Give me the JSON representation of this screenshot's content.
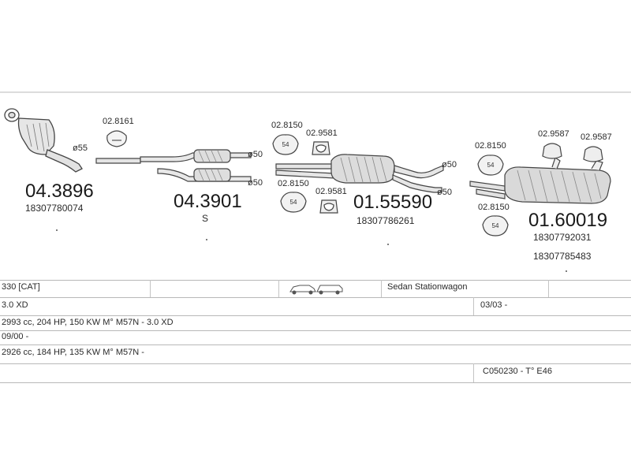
{
  "parts": {
    "p1": {
      "number": "04.3896",
      "code": "18307780074",
      "pipe": "ø55"
    },
    "p2": {
      "number": "04.3901",
      "suffix": "S",
      "clamp": "02.8161",
      "pipe_top": "ø50",
      "pipe_bottom": "ø50"
    },
    "p3": {
      "number": "01.55590",
      "code": "18307786261",
      "clamp_a": "02.8150",
      "clamp_b": "02.9581",
      "clamp_c": "02.8150",
      "clamp_d": "02.9581",
      "pipe_top": "ø50",
      "pipe_bottom": "ø50"
    },
    "p4": {
      "number": "01.60019",
      "code_1": "18307792031",
      "code_2": "18307785483",
      "clamp_a": "02.8150",
      "clamp_b": "02.9587",
      "clamp_c": "02.9587",
      "clamp_d": "02.8150"
    },
    "clamp_label": "54"
  },
  "table": {
    "r1_model": "330  [CAT]",
    "r1_body": "Sedan  Stationwagon",
    "r2_variant": "3.0 XD",
    "r2_date": "03/03 -",
    "r3_engine": "2993 cc, 204 HP, 150 KW M° M57N - 3.0 XD",
    "r4_date": "09/00 -",
    "r5_engine": "2926 cc, 184 HP, 135 KW M° M57N -",
    "r6_code": "C050230  - T° E46"
  }
}
